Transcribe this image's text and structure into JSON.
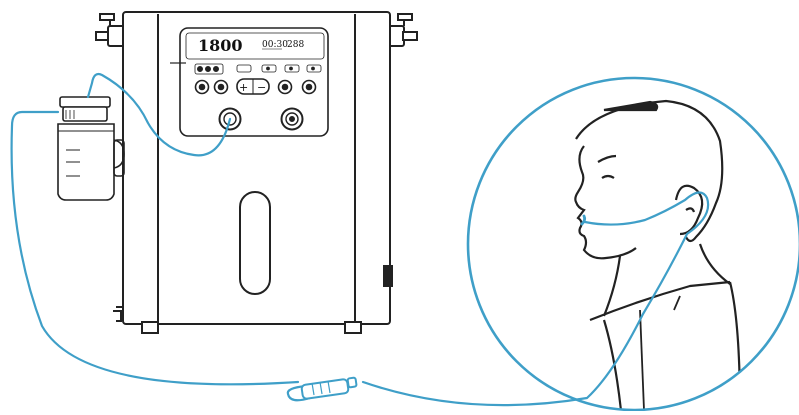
{
  "display": {
    "flow_value": "1800",
    "timer": "00:30",
    "extra": "288"
  },
  "buttons": {
    "plus": "+",
    "minus": "−"
  },
  "colors": {
    "line": "#222222",
    "tube": "#3f9fc8",
    "background": "#ffffff"
  },
  "icons": [
    "hydrogen-machine-icon",
    "humidifier-bottle-icon",
    "nasal-cannula-icon",
    "person-profile-icon"
  ]
}
